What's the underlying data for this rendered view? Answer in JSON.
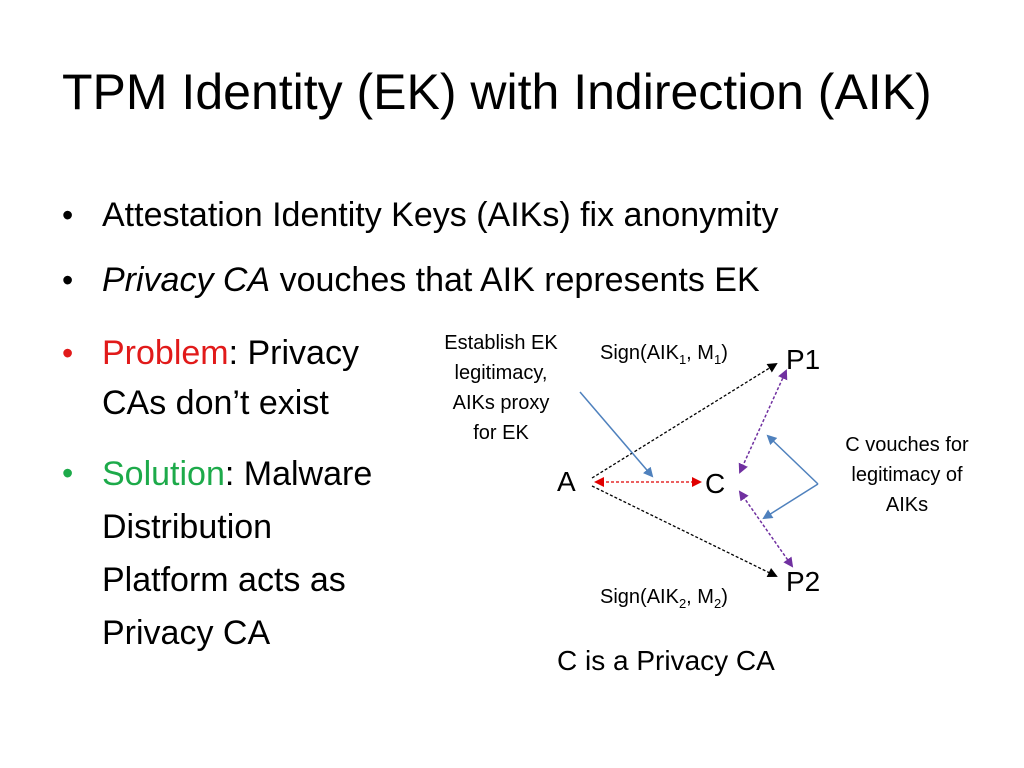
{
  "slide": {
    "title": "TPM Identity (EK) with Indirection (AIK)",
    "bullets": [
      {
        "text": "Attestation Identity Keys (AIKs) fix anonymity"
      },
      {
        "emph": "Privacy CA",
        "rest": " vouches that AIK represents EK"
      },
      {
        "keyword": "Problem",
        "rest_line1": ": Privacy",
        "line2": "CAs don’t exist",
        "keyword_color": "#e11a1a"
      },
      {
        "keyword": "Solution",
        "rest_line1": ": Malware",
        "line2": "Distribution",
        "line3": "Platform acts as",
        "line4": "Privacy CA",
        "keyword_color": "#1daa4a"
      }
    ],
    "bullet_glyph": "•"
  },
  "diagram": {
    "nodes": {
      "a": "A",
      "c": "C",
      "p1": "P1",
      "p2": "P2"
    },
    "establish_note": [
      "Establish EK",
      "legitimacy,",
      "AIKs proxy",
      "for EK"
    ],
    "vouch_note": [
      "C vouches for",
      "legitimacy of",
      "AIKs"
    ],
    "sign1": {
      "prefix": "Sign(AIK",
      "sub1": "1",
      "mid": ", M",
      "sub2": "1",
      "suffix": ")"
    },
    "sign2": {
      "prefix": "Sign(AIK",
      "sub1": "2",
      "mid": ", M",
      "sub2": "2",
      "suffix": ")"
    },
    "caption": "C is a Privacy CA",
    "colors": {
      "black_arrow": "#000000",
      "red_arrow": "#e00000",
      "purple_arrow": "#7030a0",
      "blue_arrow": "#4f81bd"
    }
  }
}
